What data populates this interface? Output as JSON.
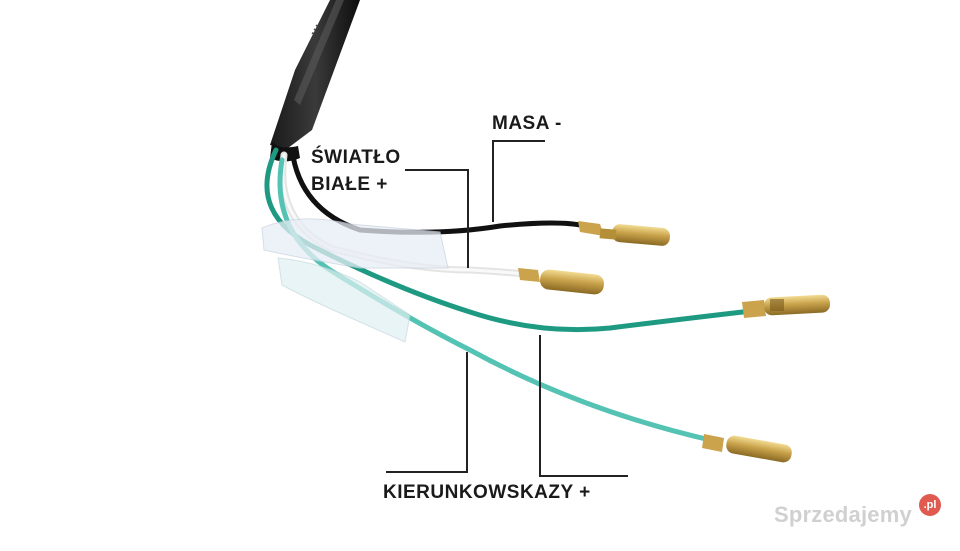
{
  "labels": {
    "masa": "MASA -",
    "swiatlo_line1": "ŚWIATŁO",
    "swiatlo_line2": "BIAŁE +",
    "kierunkowskazy": "KIERUNKOWSKAZY +"
  },
  "cable_print": "...",
  "watermark": {
    "text": "Sprzedajemy",
    "badge": ".pl"
  },
  "colors": {
    "background": "#ffffff",
    "black_wire": "#111111",
    "white_wire": "#f2f2f2",
    "green_wire": "#1f9a82",
    "turquoise_wire": "#54c3b3",
    "connector_brass": "#c8a24a",
    "leader_line": "#222222",
    "badge": "#e05a4f"
  }
}
